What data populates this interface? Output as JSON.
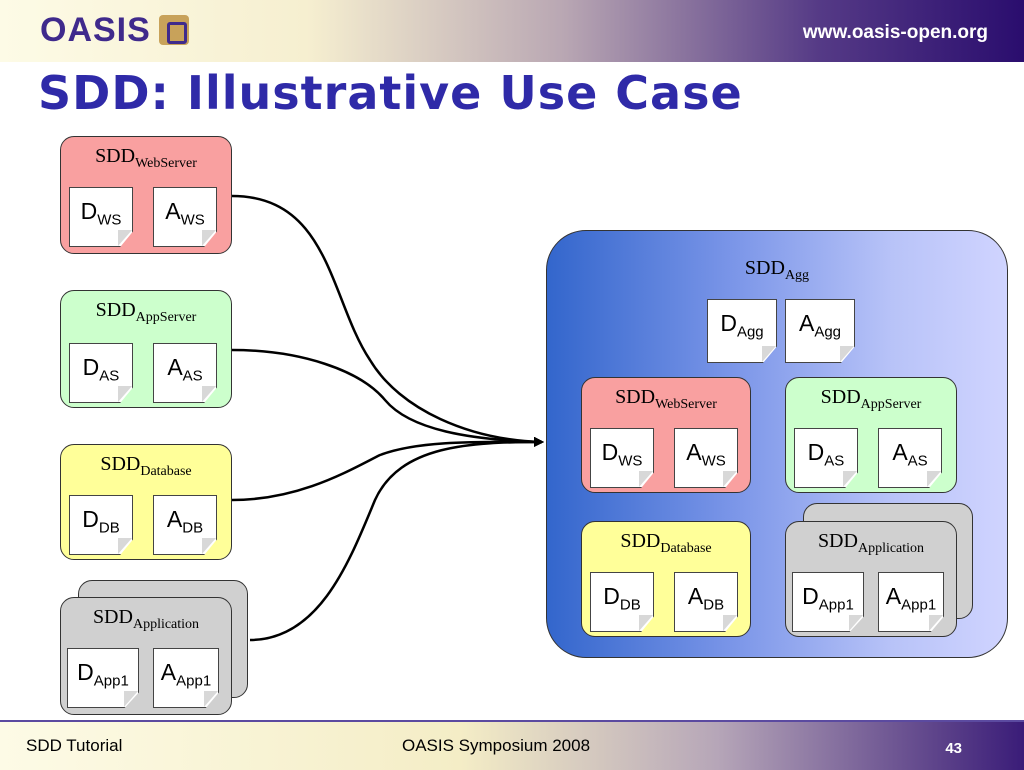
{
  "header": {
    "logo_text": "OASIS",
    "url": "www.oasis-open.org"
  },
  "slide": {
    "title": "SDD: Illustrative Use Case"
  },
  "sdd_prefix": "SDD",
  "left": {
    "webserver": {
      "sub": "WebServer",
      "d": "D",
      "d_sub": "WS",
      "a": "A",
      "a_sub": "WS"
    },
    "appserver": {
      "sub": "AppServer",
      "d": "D",
      "d_sub": "AS",
      "a": "A",
      "a_sub": "AS"
    },
    "database": {
      "sub": "Database",
      "d": "D",
      "d_sub": "DB",
      "a": "A",
      "a_sub": "DB"
    },
    "application": {
      "sub": "Application",
      "d": "D",
      "d_sub": "App1",
      "a": "A",
      "a_sub": "App1"
    }
  },
  "aggregate": {
    "sub": "Agg",
    "d": "D",
    "d_sub": "Agg",
    "a": "A",
    "a_sub": "Agg",
    "webserver": {
      "sub": "WebServer",
      "d": "D",
      "d_sub": "WS",
      "a": "A",
      "a_sub": "WS"
    },
    "appserver": {
      "sub": "AppServer",
      "d": "D",
      "d_sub": "AS",
      "a": "A",
      "a_sub": "AS"
    },
    "database": {
      "sub": "Database",
      "d": "D",
      "d_sub": "DB",
      "a": "A",
      "a_sub": "DB"
    },
    "application": {
      "sub": "Application",
      "d": "D",
      "d_sub": "App1",
      "a": "A",
      "a_sub": "App1"
    }
  },
  "footer": {
    "left": "SDD Tutorial",
    "center": "OASIS Symposium 2008",
    "page": "43"
  },
  "colors": {
    "title": "#2f2aa8",
    "webserver": "#f9a0a0",
    "appserver": "#ccffcc",
    "database": "#ffff99",
    "application": "#d0d0d0"
  }
}
